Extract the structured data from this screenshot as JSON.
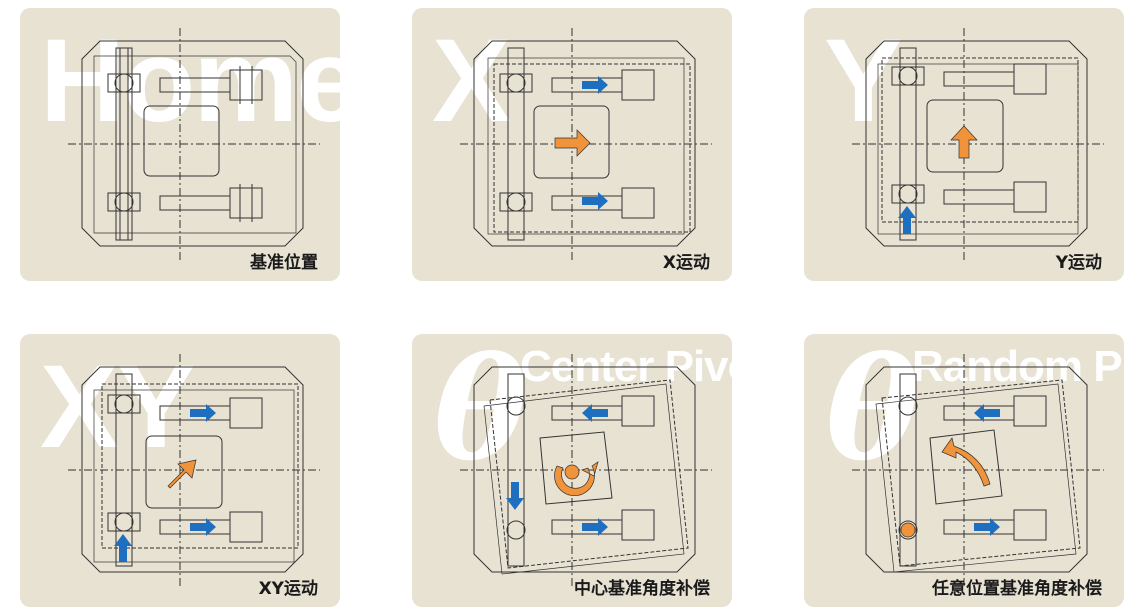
{
  "panels": [
    {
      "id": "home",
      "watermark": "Home",
      "label": "基准位置"
    },
    {
      "id": "x",
      "watermark": "X",
      "label": "X运动"
    },
    {
      "id": "y",
      "watermark": "Y",
      "label": "Y运动"
    },
    {
      "id": "xy",
      "watermark": "XY",
      "label": "XY运动"
    },
    {
      "id": "center",
      "watermark": "θ",
      "watermark_sub": "Center Pivot",
      "label": "中心基准角度补偿"
    },
    {
      "id": "random",
      "watermark": "θ",
      "watermark_sub": "Random Pivot",
      "label": "任意位置基准角度补偿"
    }
  ],
  "colors": {
    "panel_bg": "#e8e2d3",
    "blue_arrow": "#1e6fc0",
    "orange_arrow": "#f0933a",
    "line": "#333333"
  }
}
